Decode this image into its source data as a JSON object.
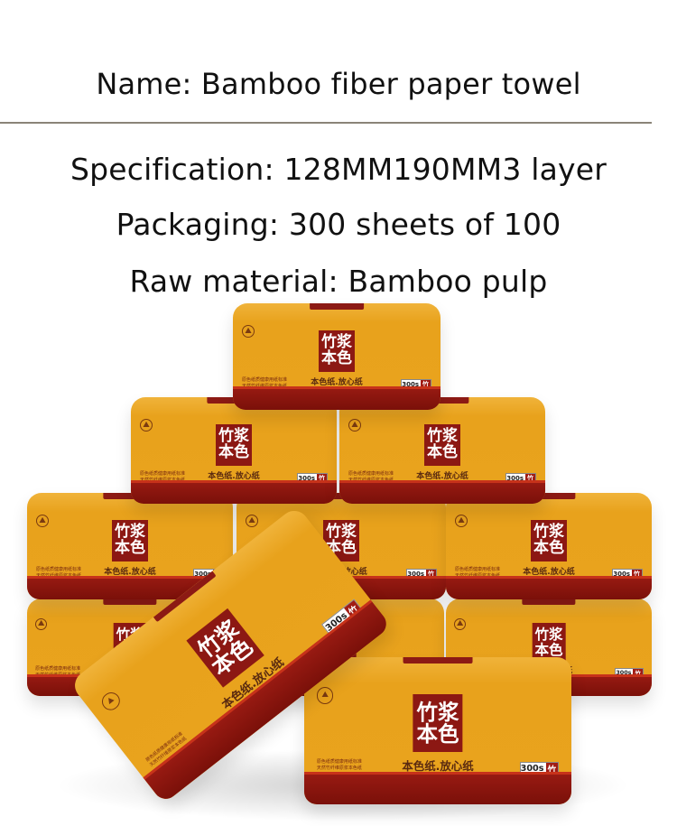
{
  "header": {
    "name": "Name: Bamboo fiber paper towel",
    "specification": "Specification: 128MM190MM3 layer",
    "packaging": "Packaging: 300 sheets of 100",
    "raw_material": "Raw material: Bamboo pulp"
  },
  "product": {
    "logo_line1": "竹浆",
    "logo_line2": "本色",
    "slogan": "本色纸.放心纸",
    "badge_count": "300",
    "badge_unit": "s",
    "badge_red": "竹",
    "small_text_1": "原色纸质健康用纸标准",
    "small_text_2": "天然竹纤维原浆本色纸",
    "emblem": "⛰",
    "colors": {
      "packet_orange": "#e9a31d",
      "band_red": "#8c1813",
      "text": "#111111"
    }
  }
}
